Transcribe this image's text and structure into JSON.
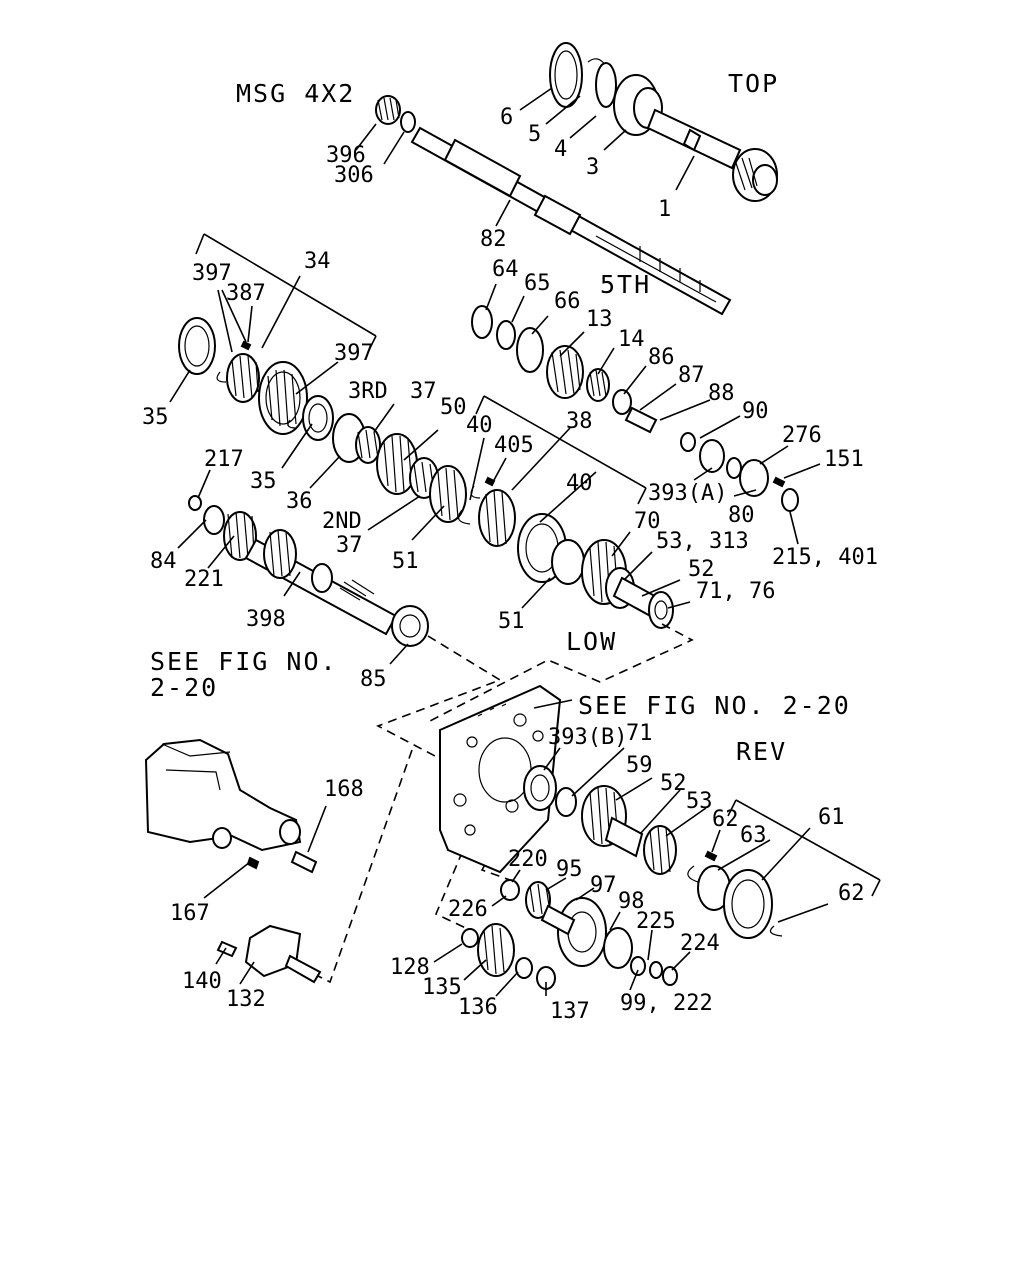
{
  "headers": {
    "model": "MSG 4X2",
    "top": "TOP",
    "fifth": "5TH",
    "third": "3RD",
    "second": "2ND",
    "low": "LOW",
    "rev": "REV",
    "see_fig_left_1": "SEE FIG NO.",
    "see_fig_left_2": "2-20",
    "see_fig_right": "SEE FIG NO. 2-20"
  },
  "callouts": [
    "6",
    "5",
    "4",
    "3",
    "1",
    "396",
    "306",
    "82",
    "64",
    "65",
    "66",
    "13",
    "14",
    "86",
    "87",
    "88",
    "90",
    "276",
    "151",
    "393(A)",
    "80",
    "215, 401",
    "397",
    "387",
    "34",
    "397",
    "35",
    "3RD",
    "37",
    "50",
    "35",
    "36",
    "38",
    "40",
    "405",
    "40",
    "217",
    "84",
    "221",
    "2ND",
    "37",
    "51",
    "70",
    "53, 313",
    "52",
    "71, 76",
    "398",
    "51",
    "85",
    "393(B)",
    "71",
    "59",
    "52",
    "53",
    "62",
    "63",
    "61",
    "62",
    "168",
    "167",
    "220",
    "95",
    "97",
    "98",
    "226",
    "225",
    "224",
    "128",
    "135",
    "136",
    "137",
    "99, 222",
    "140",
    "132"
  ]
}
